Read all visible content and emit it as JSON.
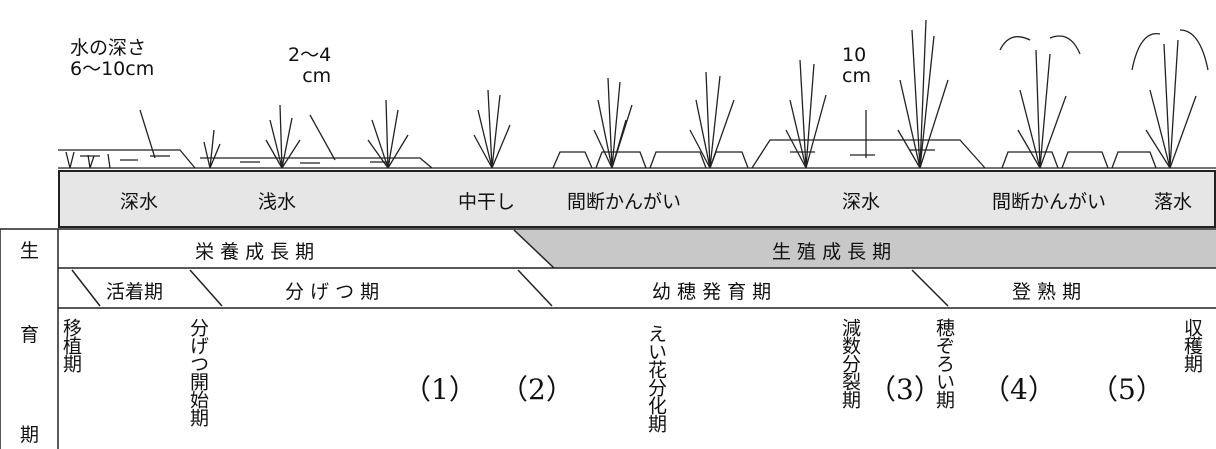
{
  "annotations": {
    "deep_water_depth_l1": "水の深さ",
    "deep_water_depth_l2": "6〜10cm",
    "shallow_depth_l1": "2〜4",
    "shallow_depth_l2": "cm",
    "ten_cm_l1": "10",
    "ten_cm_l2": "cm"
  },
  "water_management": [
    "深水",
    "浅水",
    "中干し",
    "間断かんがい",
    "深水",
    "間断かんがい",
    "落水"
  ],
  "row_label": [
    "生",
    "育",
    "期"
  ],
  "growth_periods": {
    "vegetative": "栄 養 成 長 期",
    "reproductive": "生 殖 成 長 期"
  },
  "sub_periods": {
    "rooting": "活着期",
    "tillering": "分 げ つ 期",
    "panicle_development": "幼 穂 発 育 期",
    "ripening": "登 熟 期"
  },
  "stages": {
    "transplanting": "移植期",
    "tillering_start": "分げつ開始期",
    "blank1": "（1）",
    "blank2": "（2）",
    "floret_differentiation": "えい花分化期",
    "meiosis": "減数分裂期",
    "blank3": "（3）",
    "heading_complete": "穂ぞろい期",
    "blank4": "（4）",
    "blank5": "（5）",
    "harvest": "収穫期"
  }
}
